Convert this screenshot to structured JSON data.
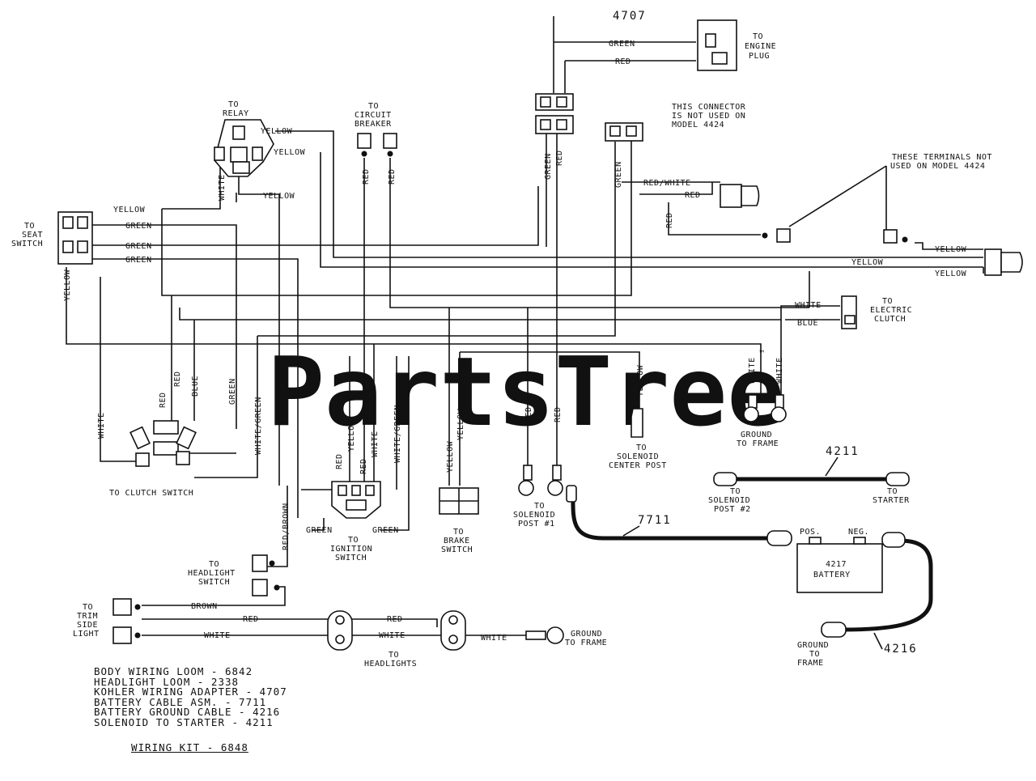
{
  "watermark": "PartsTree",
  "trademark": "™",
  "part_numbers": {
    "adapter": "4707",
    "starter_cable": "4211",
    "battery_cable": "7711",
    "ground_cable": "4216"
  },
  "captions": {
    "engine_plug": [
      "TO",
      "ENGINE",
      "PLUG"
    ],
    "relay": [
      "TO",
      "RELAY"
    ],
    "circuit_breaker": [
      "TO",
      "CIRCUIT",
      "BREAKER"
    ],
    "connector_note": [
      "THIS CONNECTOR",
      "IS NOT USED ON",
      "MODEL 4424"
    ],
    "terminals_note": [
      "THESE TERMINALS NOT",
      "USED ON MODEL 4424"
    ],
    "seat_switch": [
      "TO",
      "SEAT",
      "SWITCH"
    ],
    "electric_clutch": [
      "TO",
      "ELECTRIC",
      "CLUTCH"
    ],
    "ground_to_frame_1": [
      "GROUND",
      "TO FRAME"
    ],
    "solenoid_center": [
      "TO",
      "SOLENOID",
      "CENTER POST"
    ],
    "clutch_switch": [
      "TO CLUTCH SWITCH"
    ],
    "ignition_switch": [
      "TO",
      "IGNITION",
      "SWITCH"
    ],
    "brake_switch": [
      "TO",
      "BRAKE",
      "SWITCH"
    ],
    "solenoid_post_1": [
      "TO",
      "SOLENOID",
      "POST #1"
    ],
    "solenoid_post_2": [
      "TO",
      "SOLENOID",
      "POST #2"
    ],
    "starter": [
      "TO",
      "STARTER"
    ],
    "battery": [
      "4217",
      "BATTERY"
    ],
    "battery_pos": "POS.",
    "battery_neg": "NEG.",
    "ground_to_frame_2": [
      "GROUND",
      "TO",
      "FRAME"
    ],
    "headlight_switch": [
      "TO",
      "HEADLIGHT",
      "SWITCH"
    ],
    "trim_side_light": [
      "TO",
      "TRIM",
      "SIDE",
      "LIGHT"
    ],
    "headlights": [
      "TO",
      "HEADLIGHTS"
    ],
    "ground_to_frame_3": [
      "GROUND",
      "TO FRAME"
    ]
  },
  "wire_colors": {
    "green": "GREEN",
    "red": "RED",
    "yellow": "YELLOW",
    "white": "WHITE",
    "blue": "BLUE",
    "brown": "BROWN",
    "red_white": "RED/WHITE",
    "white_green": "WHITE/GREEN",
    "red_brown": "RED/BROWN"
  },
  "legend": [
    "BODY WIRING LOOM - 6842",
    "HEADLIGHT LOOM - 2338",
    "KOHLER WIRING ADAPTER - 4707",
    "BATTERY CABLE ASM. - 7711",
    "BATTERY GROUND CABLE - 4216",
    "SOLENOID TO STARTER - 4211"
  ],
  "kit_title": "WIRING KIT - 6848"
}
